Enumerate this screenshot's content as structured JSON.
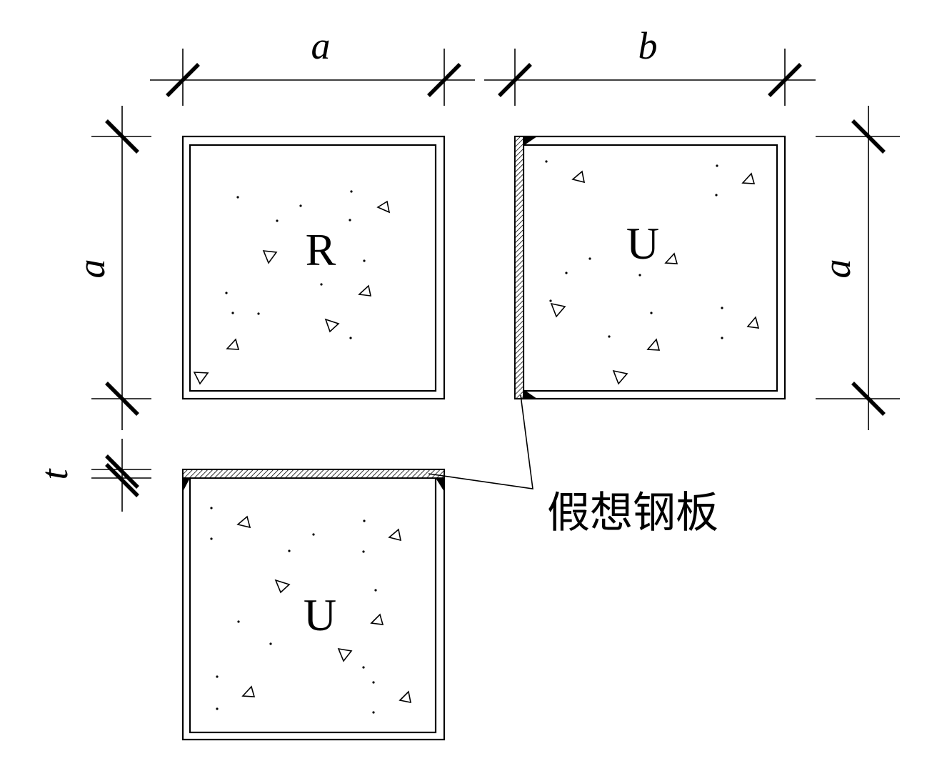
{
  "dimensions": {
    "top_left": "a",
    "top_right": "b",
    "left": "a",
    "right": "a",
    "thickness": "t"
  },
  "sections": {
    "r_section": "R",
    "u_section_right": "U",
    "u_section_bottom": "U"
  },
  "callout": {
    "label": "假想钢板"
  }
}
